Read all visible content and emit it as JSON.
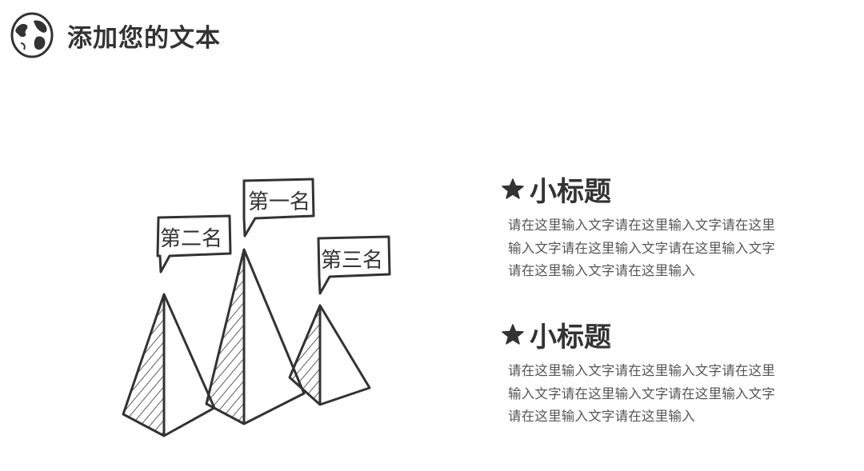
{
  "header": {
    "title": "添加您的文本",
    "icon": "globe-icon"
  },
  "diagram": {
    "labels": {
      "first": "第一名",
      "second": "第二名",
      "third": "第三名"
    }
  },
  "sections": [
    {
      "icon": "star-icon",
      "title": "小标题",
      "body": "请在这里输入文字请在这里输入文字请在这里输入文字请在这里输入文字请在这里输入文字请在这里输入文字请在这里输入"
    },
    {
      "icon": "star-icon",
      "title": "小标题",
      "body": "请在这里输入文字请在这里输入文字请在这里输入文字请在这里输入文字请在这里输入文字请在这里输入文字请在这里输入"
    }
  ],
  "colors": {
    "ink": "#333333",
    "text": "#555555",
    "background": "#ffffff"
  }
}
